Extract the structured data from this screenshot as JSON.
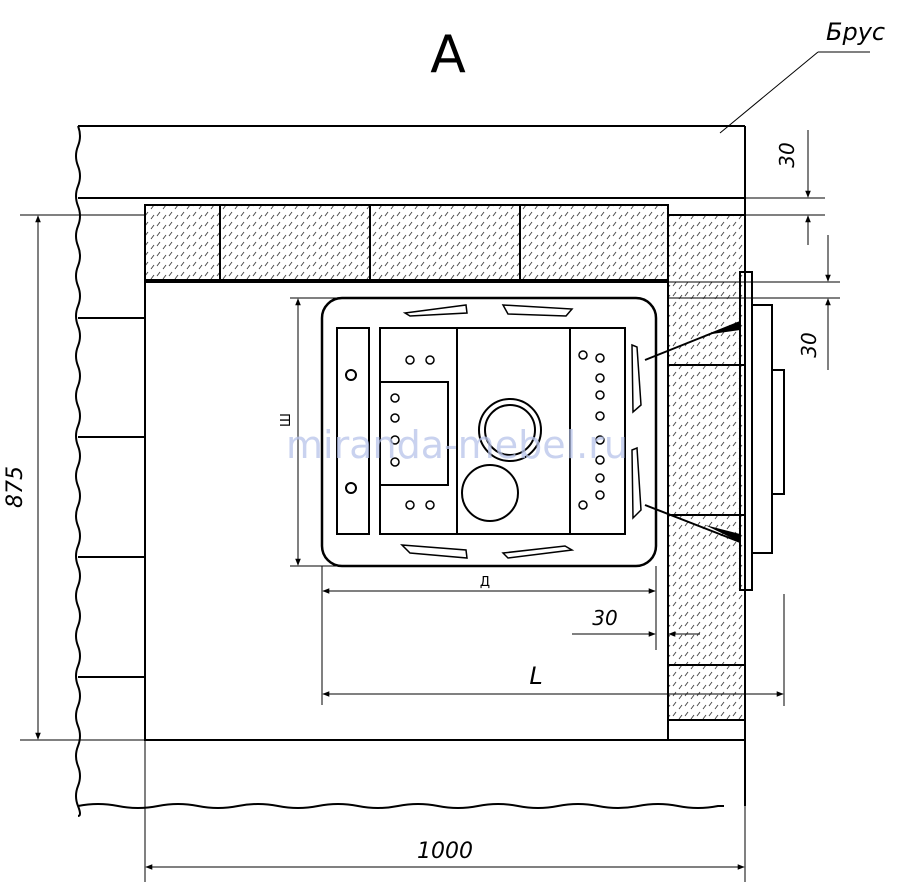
{
  "title": "А",
  "callout_label": "Брус",
  "dimensions": {
    "top_gap": "30",
    "side_gap": "30",
    "front_gap": "30",
    "height": "875",
    "width": "1000",
    "length": "L",
    "stove_width": "Д",
    "stove_depth": "Ш"
  },
  "watermark": "miranda-mebel.ru"
}
